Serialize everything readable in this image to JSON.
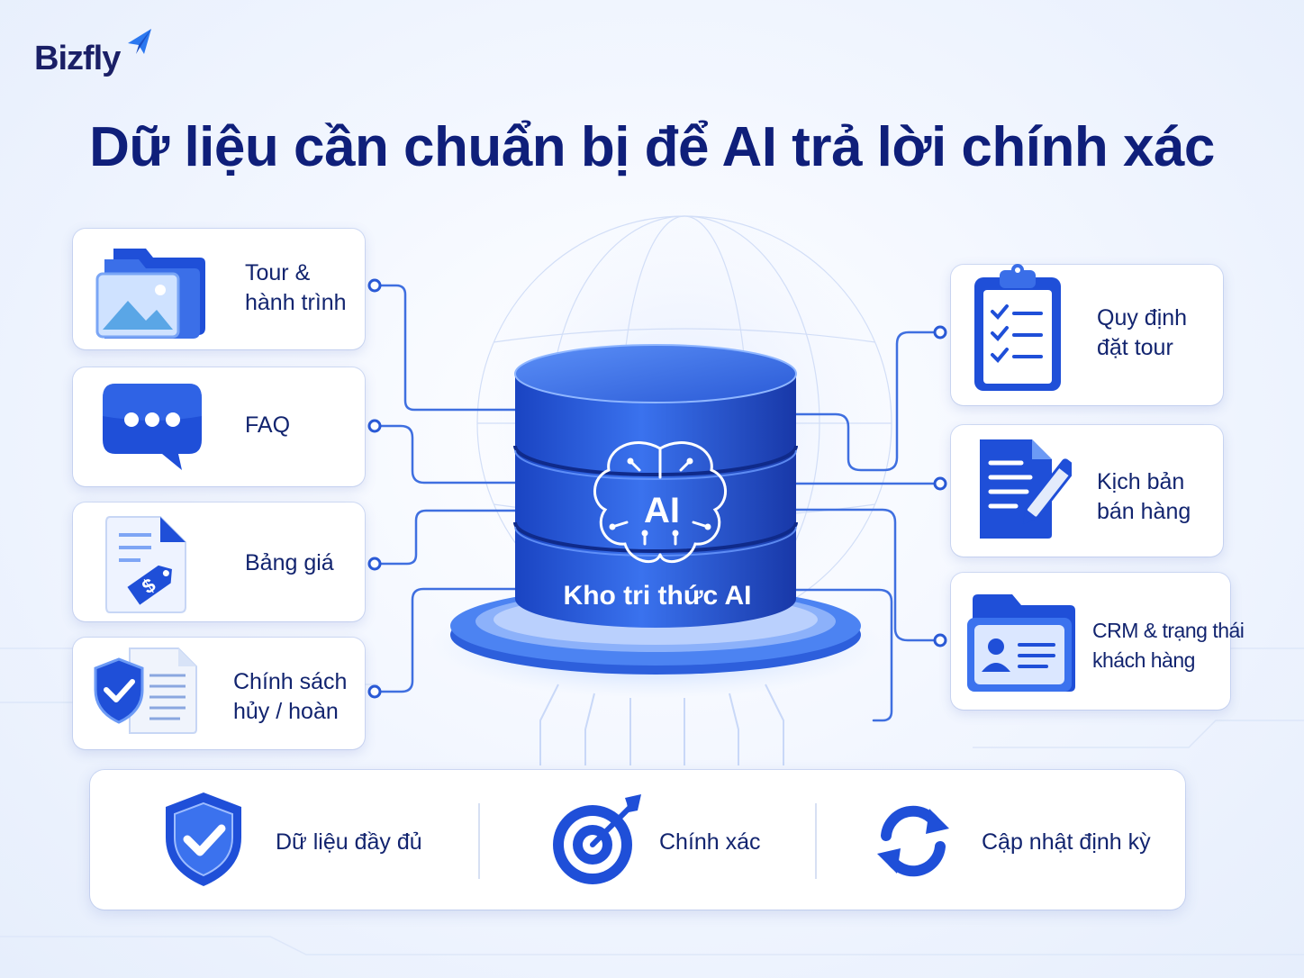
{
  "brand": {
    "logo_text": "Bizfly"
  },
  "title": "Dữ liệu cần chuẩn bị để AI trả lời chính xác",
  "center": {
    "label": "Kho tri thức AI",
    "badge": "AI"
  },
  "left_items": [
    {
      "label": "Tour &\nhành trình",
      "icon": "folder-image-icon"
    },
    {
      "label": "FAQ",
      "icon": "chat-bubble-icon"
    },
    {
      "label": "Bảng giá",
      "icon": "price-tag-document-icon"
    },
    {
      "label": "Chính sách\nhủy / hoàn",
      "icon": "shield-document-icon"
    }
  ],
  "right_items": [
    {
      "label": "Quy định\nđặt tour",
      "icon": "clipboard-checklist-icon"
    },
    {
      "label": "Kịch bản\nbán hàng",
      "icon": "document-pen-icon"
    },
    {
      "label": "CRM & trạng thái\nkhách hàng",
      "icon": "contact-folder-icon"
    }
  ],
  "bottom_items": [
    {
      "label": "Dữ liệu đầy đủ",
      "icon": "shield-check-icon"
    },
    {
      "label": "Chính xác",
      "icon": "target-icon"
    },
    {
      "label": "Cập nhật định kỳ",
      "icon": "refresh-icon"
    }
  ],
  "colors": {
    "primary": "#1f4fd8",
    "dark_navy": "#0f1f7a",
    "accent_light": "#6ea0ff"
  }
}
